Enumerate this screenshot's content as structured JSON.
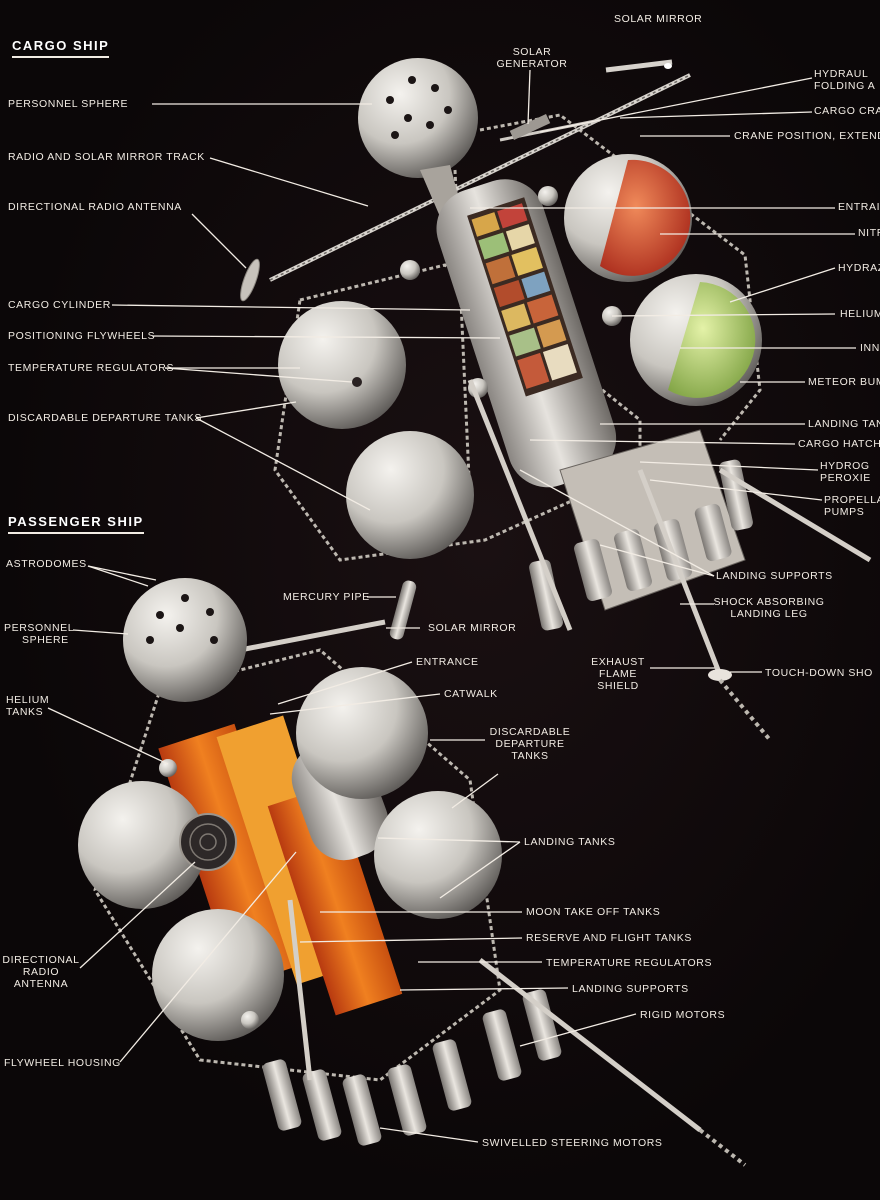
{
  "colors": {
    "background": "#0b0708",
    "label_text": "#f2ece4",
    "red_tank": "#c8402a",
    "green_tank": "#b8d870",
    "orange_tanks": "#e07020"
  },
  "sections": {
    "cargo": "CARGO SHIP",
    "passenger": "PASSENGER SHIP"
  },
  "cargo_labels": {
    "solar_mirror": "SOLAR MIRROR",
    "solar_generator_1": "SOLAR",
    "solar_generator_2": "GENERATOR",
    "hydraulic_1": "HYDRAUL",
    "hydraulic_2": "FOLDING A",
    "cargo_crane": "CARGO CRA",
    "crane_position": "CRANE POSITION, EXTEND",
    "personnel_sphere": "PERSONNEL SPHERE",
    "radio_track": "RADIO AND SOLAR MIRROR TRACK",
    "directional_antenna": "DIRECTIONAL RADIO ANTENNA",
    "entrance": "ENTRAI",
    "nitric_acid": "NITRIC A",
    "hydrazine": "HYDRAZ",
    "helium_tanks": "HELIUM TA",
    "inner_shell": "INNER S",
    "meteor_bumper": "METEOR BUM",
    "cargo_cylinder": "CARGO CYLINDER",
    "positioning_flywheels": "POSITIONING FLYWHEELS",
    "temperature_regulators": "TEMPERATURE REGULATORS",
    "discardable_departure_tanks": "DISCARDABLE DEPARTURE TANKS",
    "landing_tanks": "LANDING TAN",
    "cargo_hatch": "CARGO HATCH",
    "hydrogen_peroxide_1": "HYDROG",
    "hydrogen_peroxide_2": "PEROXIE",
    "propellant_pumps_1": "PROPELLA",
    "propellant_pumps_2": "PUMPS",
    "landing_supports": "LANDING SUPPORTS",
    "shock_leg_1": "SHOCK ABSORBING",
    "shock_leg_2": "LANDING LEG",
    "exhaust_1": "EXHAUST",
    "exhaust_2": "FLAME",
    "exhaust_3": "SHIELD",
    "touch_down": "TOUCH-DOWN SHO"
  },
  "passenger_labels": {
    "astrodomes": "ASTRODOMES",
    "personnel_sphere_1": "PERSONNEL",
    "personnel_sphere_2": "SPHERE",
    "mercury_pipe": "MERCURY PIPE",
    "solar_mirror": "SOLAR MIRROR",
    "entrance": "ENTRANCE",
    "catwalk": "CATWALK",
    "helium_1": "HELIUM",
    "helium_2": "TANKS",
    "discardable_1": "DISCARDABLE",
    "discardable_2": "DEPARTURE",
    "discardable_3": "TANKS",
    "landing_tanks": "LANDING TANKS",
    "moon_takeoff": "MOON TAKE OFF TANKS",
    "reserve_flight": "RESERVE AND FLIGHT TANKS",
    "temperature_regulators": "TEMPERATURE REGULATORS",
    "landing_supports": "LANDING SUPPORTS",
    "rigid_motors": "RIGID MOTORS",
    "directional_1": "DIRECTIONAL",
    "directional_2": "RADIO",
    "directional_3": "ANTENNA",
    "flywheel_housing": "FLYWHEEL HOUSING",
    "swivelled_motors": "SWIVELLED STEERING MOTORS"
  }
}
